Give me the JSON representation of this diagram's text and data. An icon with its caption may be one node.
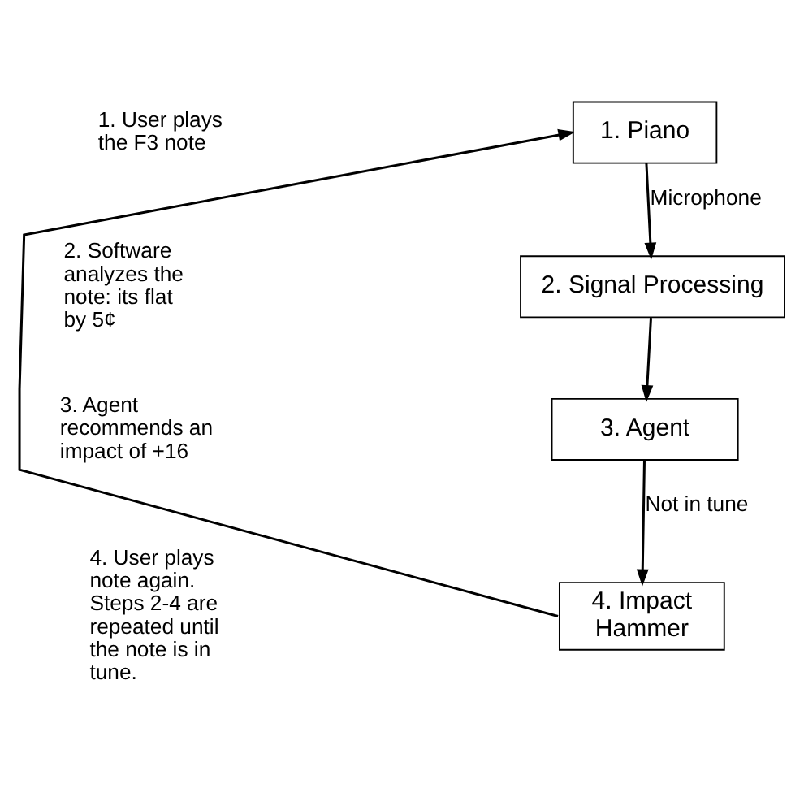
{
  "diagram": {
    "nodes": [
      {
        "text": [
          "1. Piano"
        ]
      },
      {
        "text": [
          "2. Signal Processing"
        ]
      },
      {
        "text": [
          "3. Agent"
        ]
      },
      {
        "text": [
          "4. Impact Hammer"
        ]
      }
    ],
    "edges": [
      {
        "from": 0,
        "to": 1,
        "arrow": "to",
        "label": "Microphone"
      },
      {
        "from": 1,
        "to": 2,
        "arrow": "to"
      },
      {
        "from": 2,
        "to": 3,
        "arrow": "to",
        "label": "Not in tune"
      },
      {
        "from": 3,
        "to": 0,
        "arrow": "to"
      }
    ],
    "labels": [
      "1. User plays the F3 note",
      "2. Software analyzes the note: its flat by 5¢",
      "3. Agent recommends an impact of +16",
      "4. User plays note again. Steps 2-4 are repeated until the note is in tune."
    ]
  }
}
